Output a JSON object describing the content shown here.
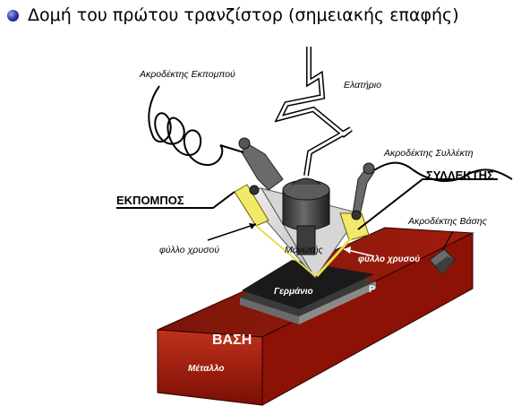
{
  "title": "Δομή του πρώτου τρανζίστορ (σημειακής επαφής)",
  "labels": {
    "emitter_probe": "Ακροδέκτης Εκπομπού",
    "spring": "Ελατήριο",
    "collector_probe": "Ακροδέκτης Συλλέκτη",
    "collector": "ΣΥΛΛΕΚΤΗΣ",
    "emitter": "ΕΚΠΟΜΠΟΣ",
    "base_probe": "Ακροδέκτης Βάσης",
    "gold_foil_left": "φύλλο χρυσού",
    "gold_foil_right": "φύλλο χρυσού",
    "insulator": "Μονωτής",
    "germanium": "Γερμάνιο",
    "p_type": "P",
    "base": "ΒΑΣΗ",
    "metal": "Μέταλλο"
  },
  "colors": {
    "base_block": "#9e1a0a",
    "germanium": "#1a1a1a",
    "gold_foil": "#f2e96a",
    "wedge": "#e6e6e6",
    "bullet": "#2a2f9e"
  }
}
